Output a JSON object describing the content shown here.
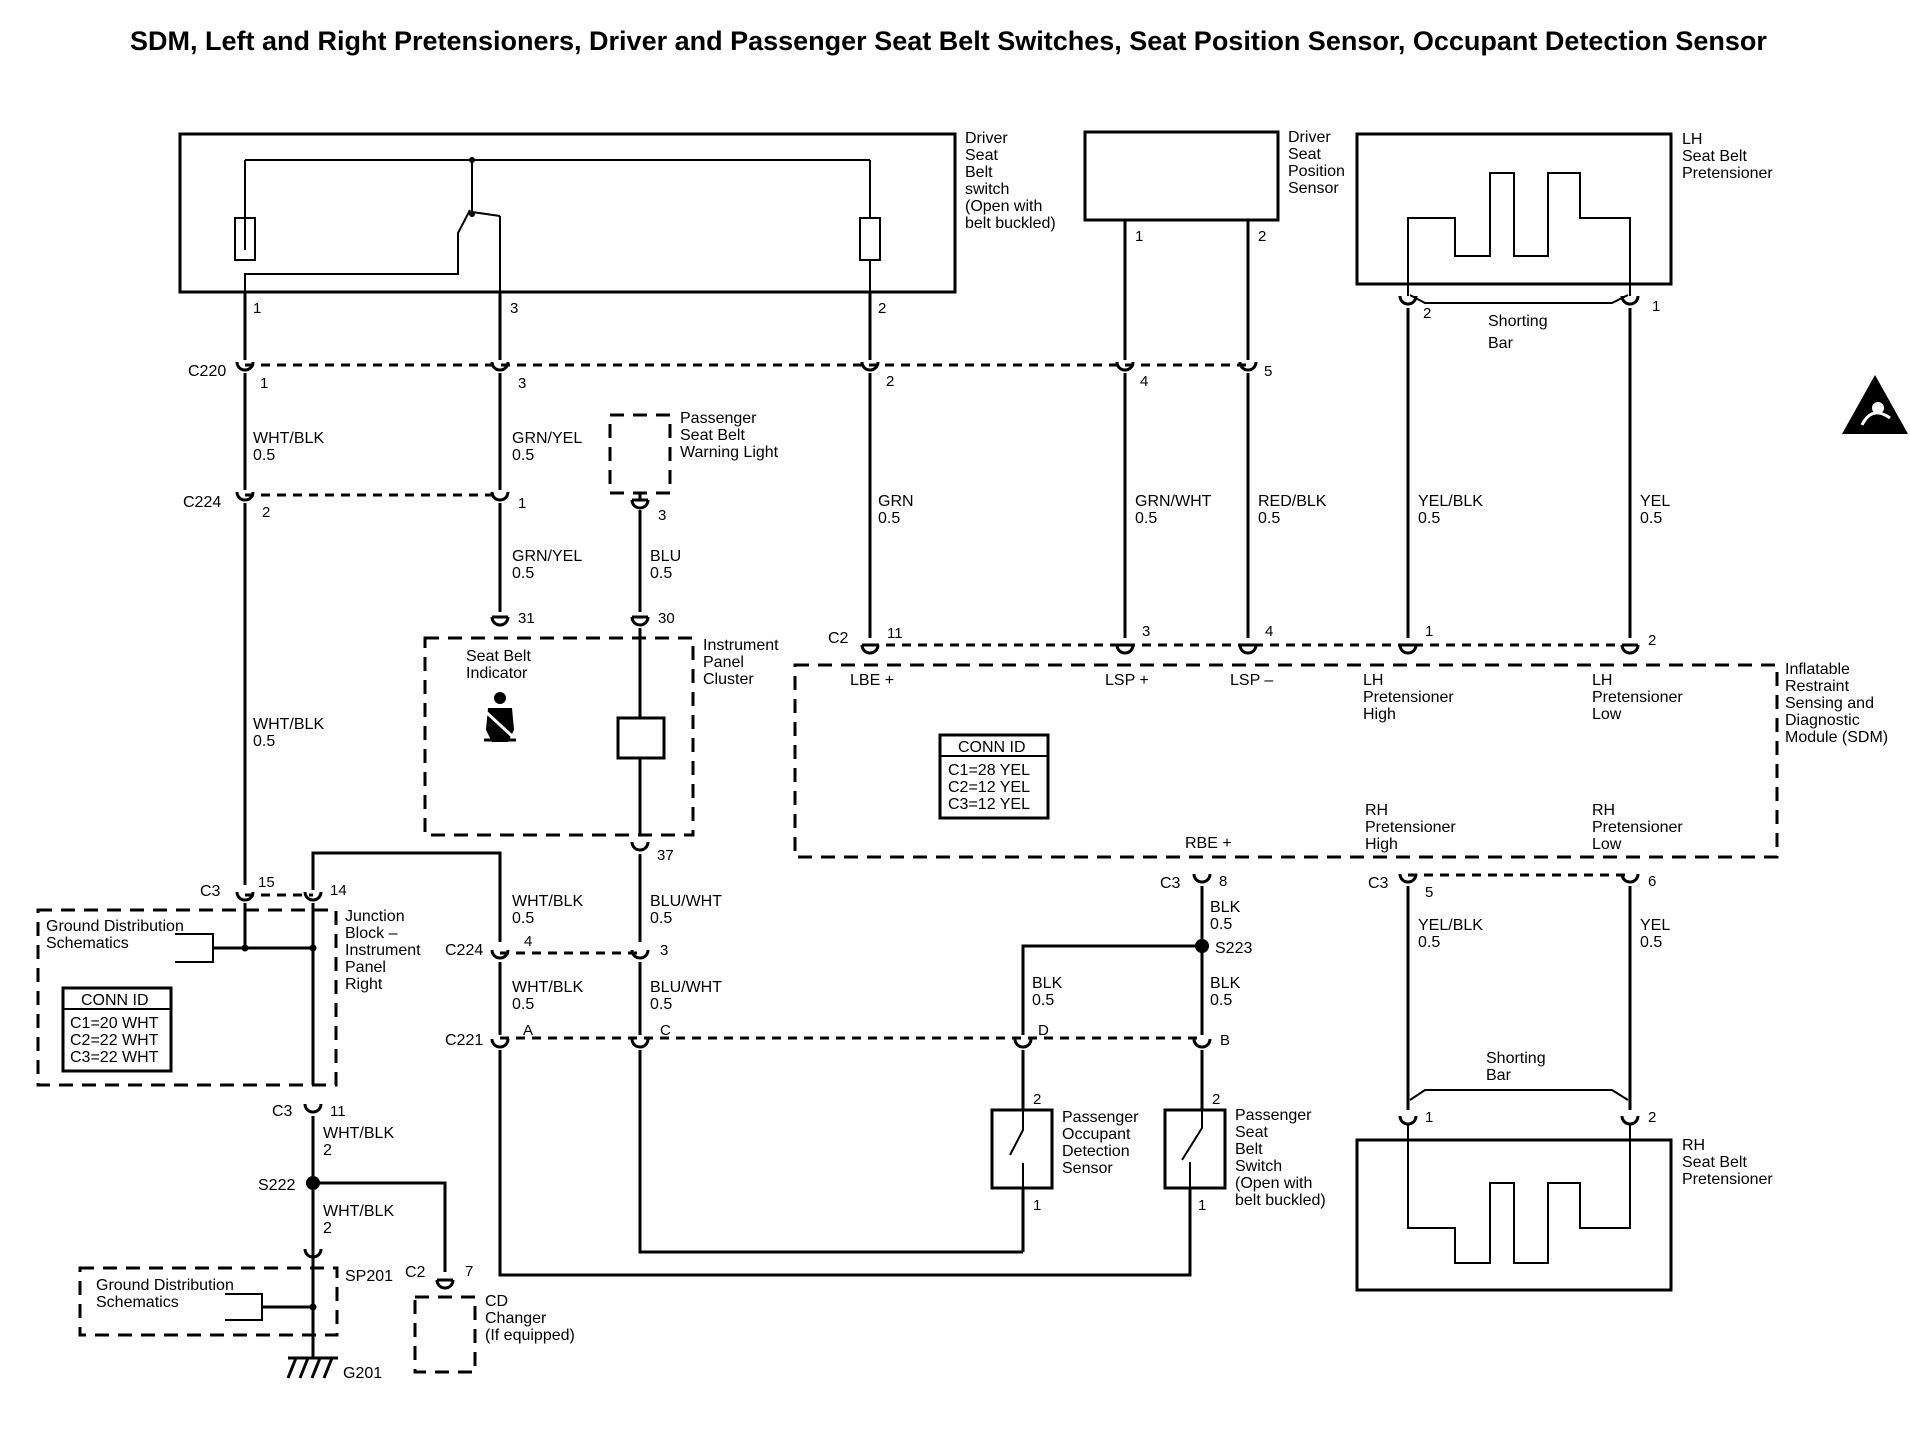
{
  "title": "SDM, Left and Right Pretensioners, Driver and   Passenger Seat Belt Switches, Seat Position Sensor, Occupant Detection Sensor",
  "components": {
    "driver_belt": [
      "Driver",
      "Seat",
      "Belt",
      "switch",
      "(Open with",
      "belt buckled)"
    ],
    "driver_pos": [
      "Driver",
      "Seat",
      "Position",
      "Sensor"
    ],
    "lh_pret": [
      "LH",
      "Seat Belt",
      "Pretensioner"
    ],
    "shorting_bar": [
      "Shorting",
      "Bar"
    ],
    "pass_warn": [
      "Passenger",
      "Seat Belt",
      "Warning Light"
    ],
    "belt_indicator": [
      "Seat Belt",
      "Indicator"
    ],
    "ipc": [
      "Instrument",
      "Panel",
      "Cluster"
    ],
    "sdm": [
      "Inflatable",
      "Restraint",
      "Sensing and",
      "Diagnostic",
      "Module (SDM)"
    ],
    "sdm_pins": {
      "lbe": "LBE +",
      "lsp_plus": "LSP +",
      "lsp_minus": "LSP –",
      "lh_high": [
        "LH",
        "Pretensioner",
        "High"
      ],
      "lh_low": [
        "LH",
        "Pretensioner",
        "Low"
      ],
      "rh_high": [
        "RH",
        "Pretensioner",
        "High"
      ],
      "rh_low": [
        "RH",
        "Pretensioner",
        "Low"
      ],
      "rbe": "RBE +"
    },
    "junction": [
      "Junction",
      "Block –",
      "Instrument",
      "Panel",
      "Right"
    ],
    "ground_dist": [
      "Ground Distribution",
      "Schematics"
    ],
    "pass_occ": [
      "Passenger",
      "Occupant",
      "Detection",
      "Sensor"
    ],
    "pass_belt": [
      "Passenger",
      "Seat",
      "Belt",
      "Switch",
      "(Open with",
      "belt buckled)"
    ],
    "rh_pret": [
      "RH",
      "Seat Belt",
      "Pretensioner"
    ],
    "cd": [
      "CD",
      "Changer",
      "(If equipped)"
    ]
  },
  "conn_ids": {
    "sdm": {
      "header": "CONN ID",
      "rows": [
        "C1=28 YEL",
        "C2=12 YEL",
        "C3=12 YEL"
      ]
    },
    "junction": {
      "header": "CONN ID",
      "rows": [
        "C1=20 WHT",
        "C2=22 WHT",
        "C3=22 WHT"
      ]
    }
  },
  "connectors": {
    "c220": "C220",
    "c224": "C224",
    "c2": "C2",
    "c3": "C3",
    "c221": "C221",
    "s223": "S223",
    "s222": "S222",
    "sp201": "SP201",
    "g201": "G201"
  },
  "wires": {
    "wht_blk": "WHT/BLK",
    "grn_yel": "GRN/YEL",
    "blu": "BLU",
    "grn": "GRN",
    "grn_wht": "GRN/WHT",
    "red_blk": "RED/BLK",
    "yel_blk": "YEL/BLK",
    "yel": "YEL",
    "blu_wht": "BLU/WHT",
    "blk": "BLK",
    "g05": "0.5",
    "g2": "2"
  },
  "pins": {
    "p1": "1",
    "p2": "2",
    "p3": "3",
    "p4": "4",
    "p5": "5",
    "p8": "8",
    "p11": "11",
    "p14": "14",
    "p15": "15",
    "p30": "30",
    "p31": "31",
    "p37": "37",
    "p6": "6",
    "p7": "7",
    "pA": "A",
    "pB": "B",
    "pC": "C",
    "pD": "D"
  }
}
